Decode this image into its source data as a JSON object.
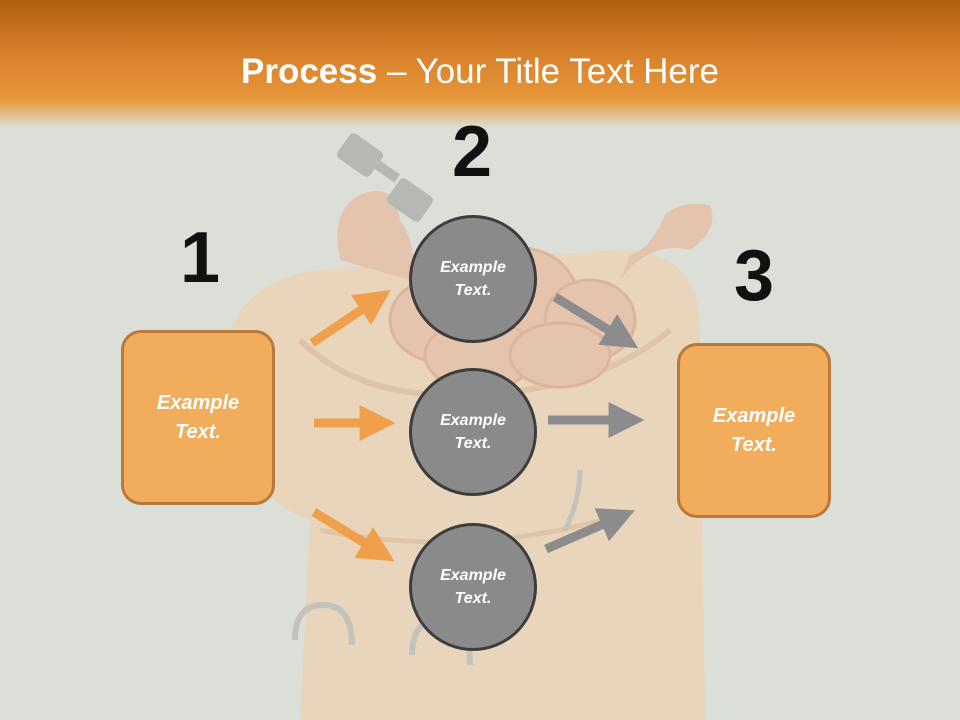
{
  "title": {
    "bold": "Process",
    "rest": " – Your Title Text Here"
  },
  "steps": {
    "one": {
      "number": "1",
      "label": "Example Text."
    },
    "two": {
      "number": "2",
      "circles": [
        {
          "label": "Example Text."
        },
        {
          "label": "Example Text."
        },
        {
          "label": "Example Text."
        }
      ]
    },
    "three": {
      "number": "3",
      "label": "Example Text."
    }
  },
  "colors": {
    "header": "#e8973a",
    "box_fill": "#f2ad5c",
    "box_border": "#b9793a",
    "circle_fill": "#8a8a8a",
    "orange_arrow": "#f0a04a",
    "gray_arrow": "#8c8c8c"
  }
}
